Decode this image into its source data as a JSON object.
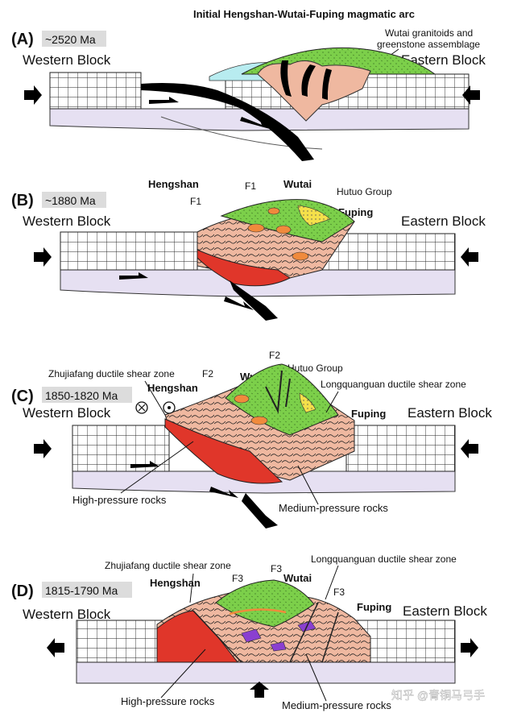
{
  "title": "Initial Hengshan-Wutai-Fuping magmatic arc",
  "panels": [
    {
      "letter": "(A)",
      "age": "~2520 Ma",
      "west": "Western Block",
      "east": "Eastern Block",
      "labels": {
        "arc_note_1": "Wutai granitoids and",
        "arc_note_2": "greenstone assemblage"
      }
    },
    {
      "letter": "(B)",
      "age": "~1880 Ma",
      "west": "Western Block",
      "east": "Eastern Block",
      "labels": {
        "hengshan": "Hengshan",
        "wutai": "Wutai",
        "fuping": "Fuping",
        "hutuo": "Hutuo Group",
        "f1a": "F1",
        "f1b": "F1"
      }
    },
    {
      "letter": "(C)",
      "age": "1850-1820 Ma",
      "west": "Western Block",
      "east": "Eastern Block",
      "labels": {
        "zhujiafang": "Zhujiafang ductile shear zone",
        "hengshan": "Hengshan",
        "wutai": "Wutai",
        "fuping": "Fuping",
        "hutuo": "Hutuo Group",
        "longquanguan": "Longquanguan ductile shear zone",
        "f2a": "F2",
        "f2b": "F2",
        "hp": "High-pressure rocks",
        "mp": "Medium-pressure rocks"
      }
    },
    {
      "letter": "(D)",
      "age": "1815-1790 Ma",
      "west": "Western Block",
      "east": "Eastern Block",
      "labels": {
        "zhujiafang": "Zhujiafang ductile shear zone",
        "longquanguan": "Longquanguan ductile shear zone",
        "hengshan": "Hengshan",
        "wutai": "Wutai",
        "fuping": "Fuping",
        "f3a": "F3",
        "f3b": "F3",
        "f3c": "F3",
        "hp": "High-pressure rocks",
        "mp": "Medium-pressure rocks"
      }
    }
  ],
  "watermark": "知乎 @青铜马弓手",
  "colors": {
    "crust_grid": "#222222",
    "mantle": "#e6e0f2",
    "green": "#7ccf4a",
    "salmon": "#efb8a0",
    "red": "#e0362a",
    "orange": "#f08a3c",
    "yellow": "#f4e04a",
    "purple": "#8a3fd0",
    "cyan": "#b8ecf0"
  }
}
